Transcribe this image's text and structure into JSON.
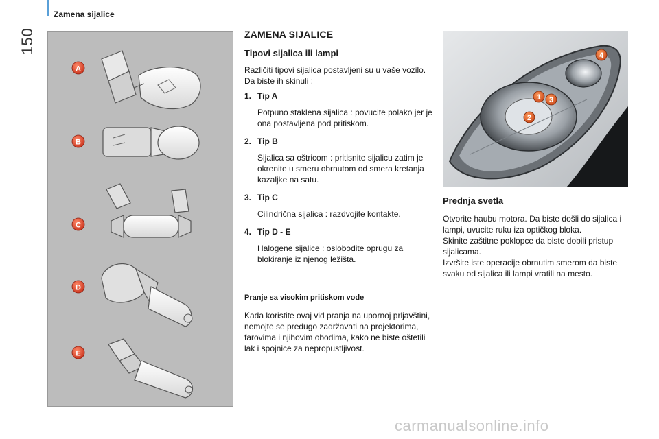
{
  "header": {
    "page_number": "150",
    "section_title": "Zamena sijalice"
  },
  "panel": {
    "labels": [
      "A",
      "B",
      "C",
      "D",
      "E"
    ],
    "label_color": "#e2412a"
  },
  "article": {
    "title": "ZAMENA SIJALICE",
    "subtitle": "Tipovi sijalica ili lampi",
    "intro_1": "Različiti tipovi sijalica postavljeni su u vaše vozilo.",
    "intro_2": "Da biste ih skinuli :",
    "items": [
      {
        "num": "1.",
        "title": "Tip A",
        "text": "Potpuno staklena sijalica : povucite polako jer je ona postavljena pod pritiskom."
      },
      {
        "num": "2.",
        "title": "Tip B",
        "text": "Sijalica sa oštricom : pritisnite sijalicu zatim je okrenite u smeru obrnutom od smera kretanja kazaljke na satu."
      },
      {
        "num": "3.",
        "title": "Tip C",
        "text": "Cilindrična sijalica : razdvojite kontakte."
      },
      {
        "num": "4.",
        "title": "Tip D - E",
        "text": "Halogene sijalice : oslobodite oprugu za blokiranje iz njenog ležišta."
      }
    ],
    "wash_title": "Pranje sa visokim pritiskom vode",
    "wash_text": "Kada koristite ovaj vid pranja na upornoj prljavštini, nemojte se predugo zadržavati na projektorima, farovima i njihovim obodima, kako ne biste oštetili lak i spojnice za nepropustljivost."
  },
  "photo": {
    "markers": [
      "4",
      "1",
      "3",
      "2"
    ],
    "marker_color": "#e05a1e"
  },
  "headlights": {
    "title": "Prednja svetla",
    "para_1": "Otvorite haubu motora. Da biste došli do sijalica i lampi, uvucite ruku iza optičkog bloka.",
    "para_2": "Skinite zaštitne poklopce da biste dobili pristup sijalicama.",
    "para_3": "Izvršite iste operacije obrnutim smerom da biste svaku od sijalica ili lampi vratili na mesto."
  },
  "watermark": "carmanualsonline.info"
}
